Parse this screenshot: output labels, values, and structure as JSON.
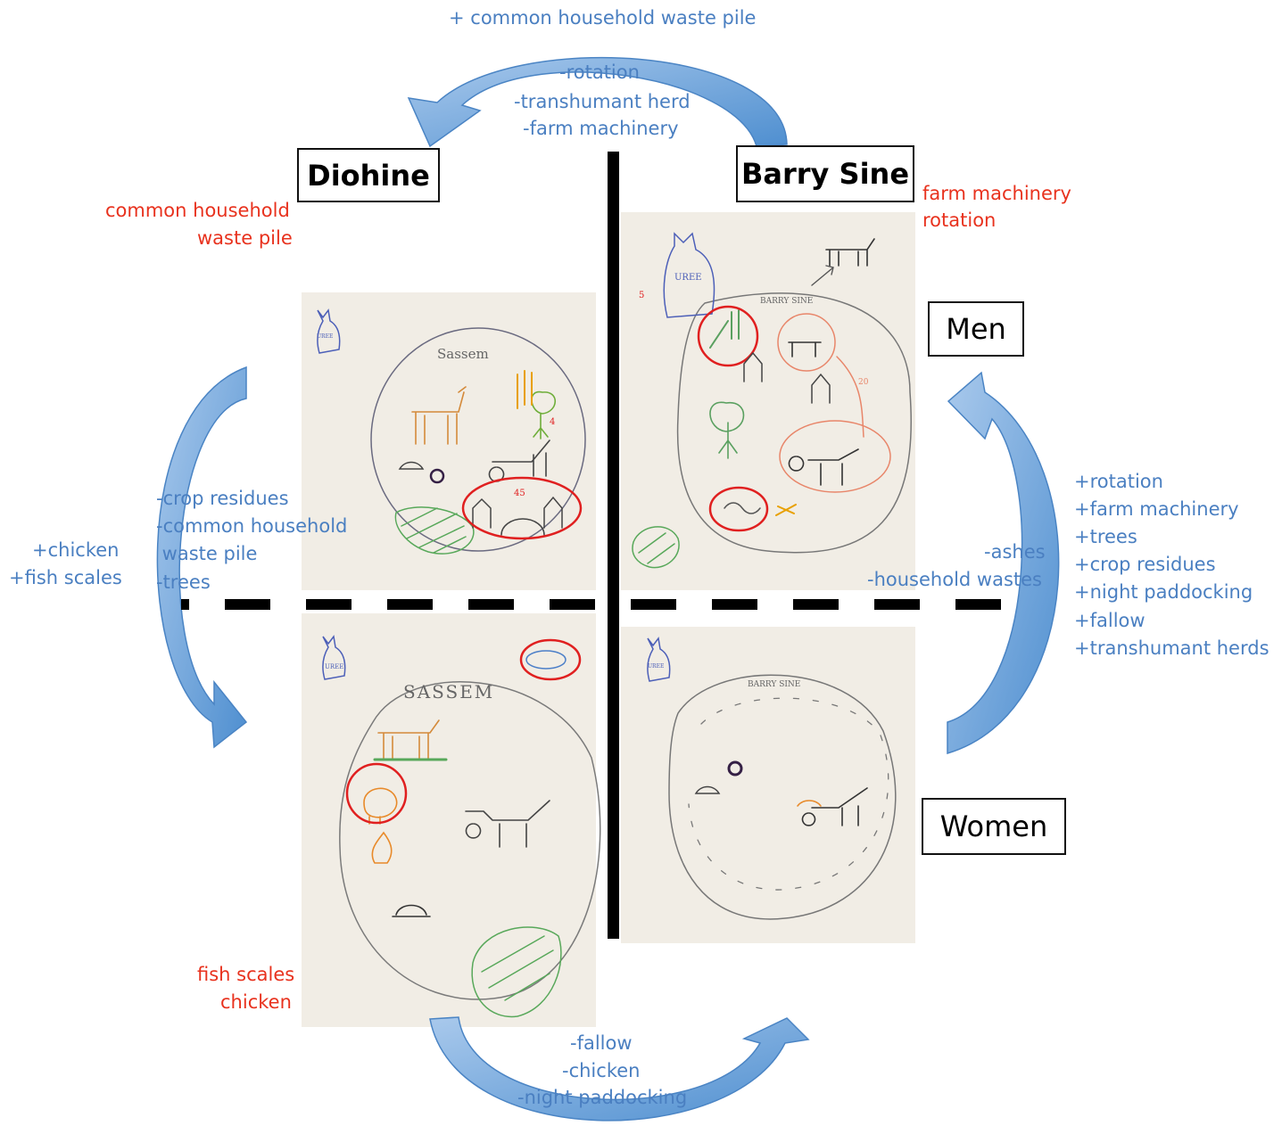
{
  "villages": {
    "left": "Diohine",
    "right": "Barry Sine"
  },
  "groups": {
    "men": "Men",
    "women": "Women"
  },
  "top_arrow": {
    "header": "+ common household waste pile",
    "lines": [
      "-rotation",
      "-transhumant herd",
      "-farm machinery"
    ]
  },
  "bottom_arrow": {
    "lines": [
      "-fallow",
      "-chicken",
      "-night paddocking"
    ]
  },
  "left_arrow": {
    "outer_lines": [
      "+chicken",
      "+fish scales"
    ],
    "inner_lines": [
      "-crop residues",
      "-common household",
      " waste pile",
      "-trees"
    ]
  },
  "right_arrow": {
    "inner_lines": [
      "-ashes",
      "-household wastes"
    ],
    "outer_lines": [
      "+rotation",
      "+farm machinery",
      "+trees",
      "+crop residues",
      "+night paddocking",
      "+fallow",
      "+transhumant herds"
    ]
  },
  "red_labels": {
    "diohine_men": [
      "common household",
      "waste pile"
    ],
    "barry_sine_men": [
      "farm machinery",
      "rotation"
    ],
    "diohine_women": [
      "fish scales",
      "chicken"
    ]
  },
  "drawings": {
    "diohine_men": {
      "title": "Sassem",
      "bag": "UREE",
      "marks": [
        "45",
        "4"
      ]
    },
    "diohine_women": {
      "title": "SASSEM",
      "bag": "UREE"
    },
    "barry_sine_men": {
      "title": "BARRY SINE",
      "bag": "UREE",
      "marks": [
        "5",
        "20"
      ]
    },
    "barry_sine_women": {
      "title": "BARRY SINE",
      "bag": "UREE"
    }
  },
  "colors": {
    "arrow": "#5b9bd5",
    "text_blue": "#4a7fc1",
    "text_red": "#e8321e",
    "circle_red": "#e02020",
    "paper": "#f1ede5"
  }
}
